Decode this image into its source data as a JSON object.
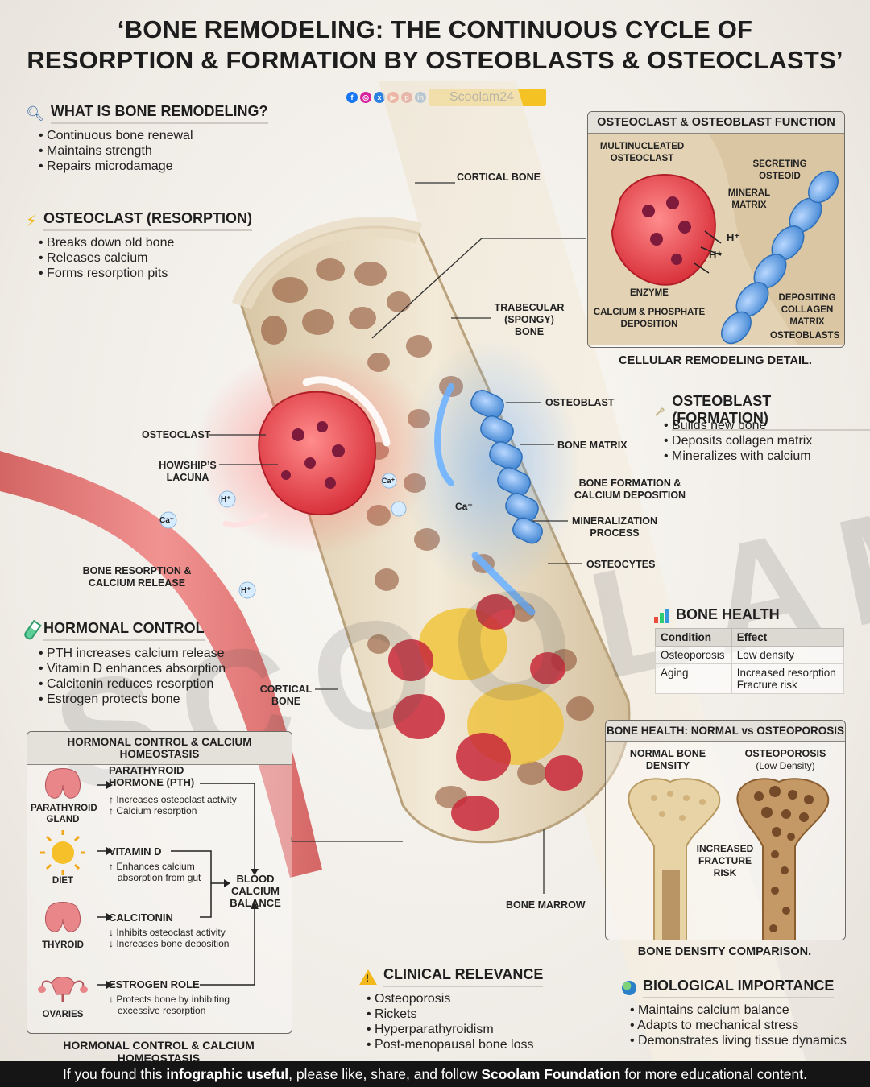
{
  "title": {
    "line1": "‘BONE REMODELING: THE CONTINUOUS CYCLE OF",
    "line2": "RESORPTION & FORMATION BY OSTEOBLASTS & OSTEOCLASTS’"
  },
  "brand": {
    "name": "Scoolam24",
    "social_icons": [
      "facebook-icon",
      "instagram-icon",
      "x-icon",
      "youtube-icon",
      "pinterest-icon",
      "linkedin-icon"
    ]
  },
  "what_is": {
    "heading": "WHAT IS BONE REMODELING?",
    "items": [
      "Continuous bone renewal",
      "Maintains strength",
      "Repairs microdamage"
    ]
  },
  "osteoclast_section": {
    "heading": "OSTEOCLAST (RESORPTION)",
    "items": [
      "Breaks down old bone",
      "Releases calcium",
      "Forms resorption pits"
    ]
  },
  "hormonal_control": {
    "heading": "HORMONAL CONTROL",
    "items": [
      "PTH increases calcium release",
      "Vitamin D enhances absorption",
      "Calcitonin reduces resorption",
      "Estrogen protects bone"
    ]
  },
  "diagram_labels": {
    "cortical_bone_top": "CORTICAL BONE",
    "trabecular": "TRABECULAR (SPONGY) BONE",
    "osteoblast": "OSTEOBLAST",
    "bone_matrix": "BONE MATRIX",
    "bone_formation": "BONE FORMATION & CALCIUM DEPOSITION",
    "mineralization": "MINERALIZATION PROCESS",
    "osteocytes": "OSTEOCYTES",
    "osteoclast": "OSTEOCLAST",
    "howship": "HOWSHIP’S LACUNA",
    "resorption_release": "BONE RESORPTION & CALCIUM RELEASE",
    "cortical_bone_bottom": "CORTICAL BONE",
    "bone_marrow": "BONE MARROW",
    "ion_h": "H⁺",
    "ion_ca": "Ca⁺"
  },
  "cell_function": {
    "heading": "OSTEOCLAST & OSTEOBLAST FUNCTION",
    "multinucleated": "MULTINUCLEATED OSTEOCLAST",
    "secreting": "SECRETING OSTEOID",
    "mineral_matrix": "MINERAL MATRIX",
    "h1": "H⁺",
    "h2": "H⁺",
    "enzyme": "ENZYME",
    "ca_phosphate": "CALCIUM & PHOSPHATE DEPOSITION",
    "depositing": "DEPOSITING COLLAGEN MATRIX",
    "osteoblasts": "OSTEOBLASTS",
    "caption": "CELLULAR REMODELING DETAIL."
  },
  "osteoblast_section": {
    "heading": "OSTEOBLAST (FORMATION)",
    "items": [
      "Builds new bone",
      "Deposits collagen matrix",
      "Mineralizes with calcium"
    ]
  },
  "bone_health": {
    "heading": "BONE HEALTH",
    "columns": [
      "Condition",
      "Effect"
    ],
    "rows": [
      [
        "Osteoporosis",
        "Low density"
      ],
      [
        "Aging",
        "Increased resorption\nFracture risk"
      ]
    ]
  },
  "hormonal_box": {
    "heading": "HORMONAL CONTROL & CALCIUM HOMEOSTASIS",
    "pth_title": "PARATHYROID HORMONE (PTH)",
    "pth_l1": "↑ Increases osteoclast activity",
    "pth_l2": "↑ Calcium resorption",
    "gland": "PARATHYROID GLAND",
    "vitd_title": "VITAMIN D",
    "vitd_l1": "↑ Enhances calcium",
    "vitd_l2": "absorption from gut",
    "diet": "DIET",
    "blood": "BLOOD CALCIUM BALANCE",
    "calc_title": "CALCITONIN",
    "calc_l1": "↓ Inhibits osteoclast activity",
    "calc_l2": "↓ Increases bone deposition",
    "thyroid": "THYROID",
    "estro_title": "ESTROGEN ROLE",
    "estro_l1": "↓ Protects bone by inhibiting",
    "estro_l2": "excessive resorption",
    "ovaries": "OVARIES",
    "caption": "HORMONAL CONTROL & CALCIUM HOMEOSTASIS"
  },
  "density_box": {
    "heading": "BONE HEALTH: NORMAL vs OSTEOPOROSIS",
    "normal": "NORMAL BONE DENSITY",
    "osteo": "OSTEOPOROSIS",
    "osteo_sub": "(Low Density)",
    "risk": "INCREASED FRACTURE RISK",
    "caption": "BONE DENSITY COMPARISON."
  },
  "clinical": {
    "heading": "CLINICAL RELEVANCE",
    "items": [
      "Osteoporosis",
      "Rickets",
      "Hyperparathyroidism",
      "Post-menopausal bone loss"
    ]
  },
  "biological": {
    "heading": "BIOLOGICAL IMPORTANCE",
    "items": [
      "Maintains calcium balance",
      "Adapts to mechanical stress",
      "Demonstrates living tissue dynamics"
    ]
  },
  "watermark": "SCOOLAM",
  "footer": {
    "p1": "If you found this ",
    "b1": "infographic useful",
    "p2": ", please like, share, and follow ",
    "b2": "Scoolam Foundation",
    "p3": " for more educational content."
  },
  "colors": {
    "osteoclast_red": "#e2474f",
    "osteoblast_blue": "#4f8fd8",
    "bone_cream": "#e9dcc4",
    "marrow_yellow": "#efc23a"
  }
}
